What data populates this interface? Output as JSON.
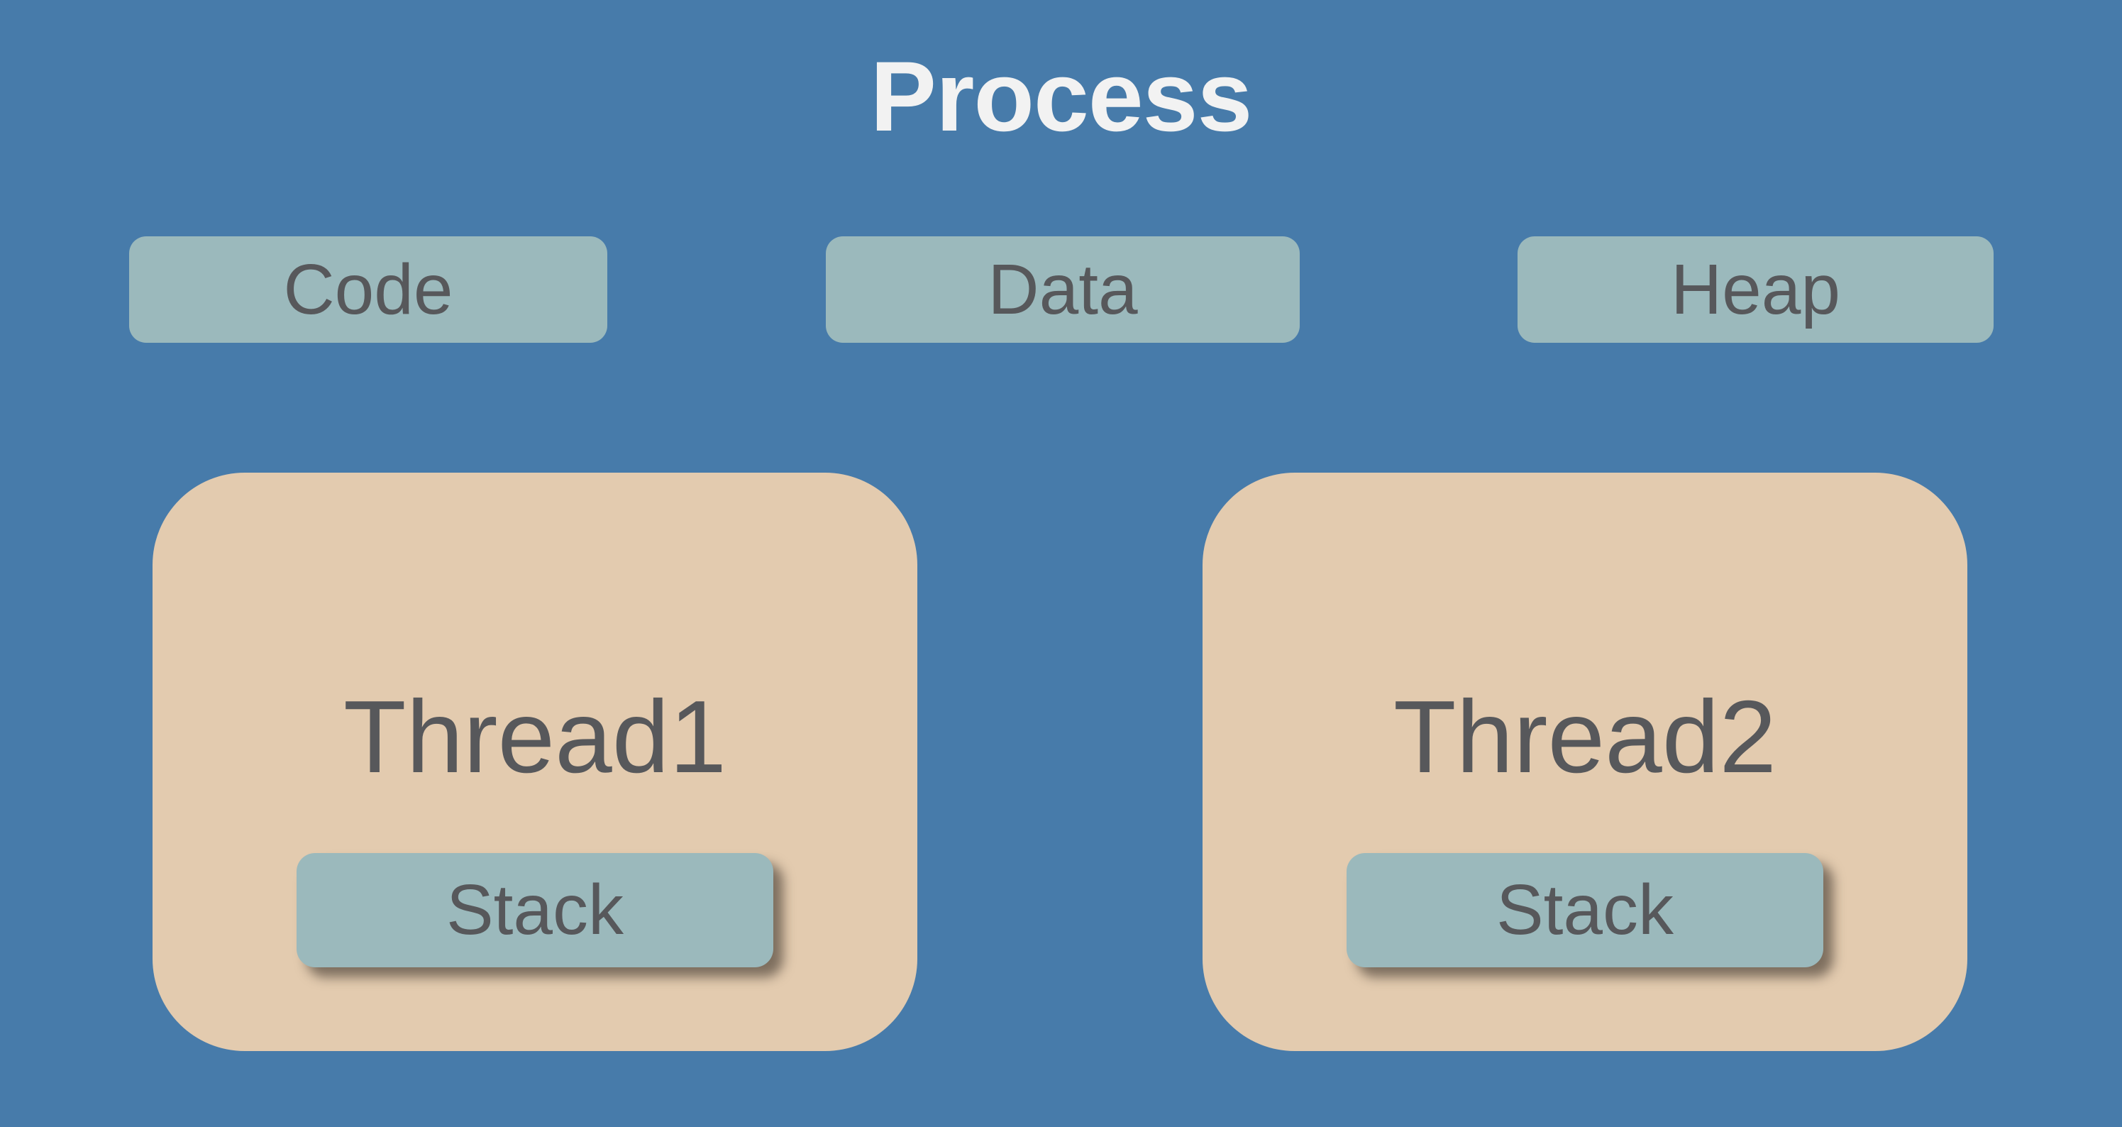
{
  "title": "Process",
  "colors": {
    "background": "#477BAA",
    "segment_box": "#9BB9BC",
    "thread_box": "#E3CBAF",
    "segment_text": "#57585B",
    "thread_text": "#57585B",
    "title_text": "#F2F2F2"
  },
  "memory_segments": [
    {
      "label": "Code"
    },
    {
      "label": "Data"
    },
    {
      "label": "Heap"
    }
  ],
  "threads": [
    {
      "label": "Thread1",
      "stack_label": "Stack"
    },
    {
      "label": "Thread2",
      "stack_label": "Stack"
    }
  ]
}
